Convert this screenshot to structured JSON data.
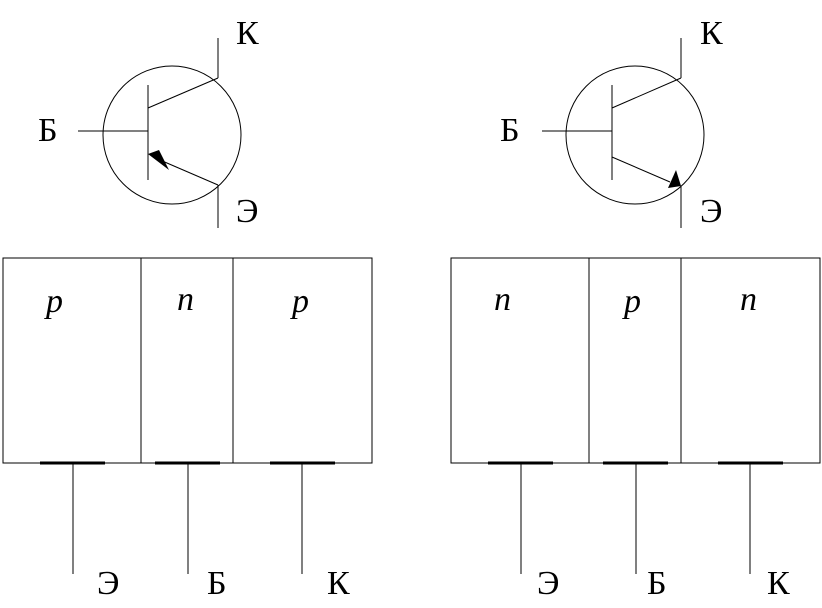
{
  "pnp": {
    "symbol": {
      "base": "Б",
      "collector": "К",
      "emitter": "Э"
    },
    "regions": [
      "p",
      "n",
      "p"
    ],
    "terminals": [
      "Э",
      "Б",
      "К"
    ]
  },
  "npn": {
    "symbol": {
      "base": "Б",
      "collector": "К",
      "emitter": "Э"
    },
    "regions": [
      "n",
      "p",
      "n"
    ],
    "terminals": [
      "Э",
      "Б",
      "К"
    ]
  }
}
